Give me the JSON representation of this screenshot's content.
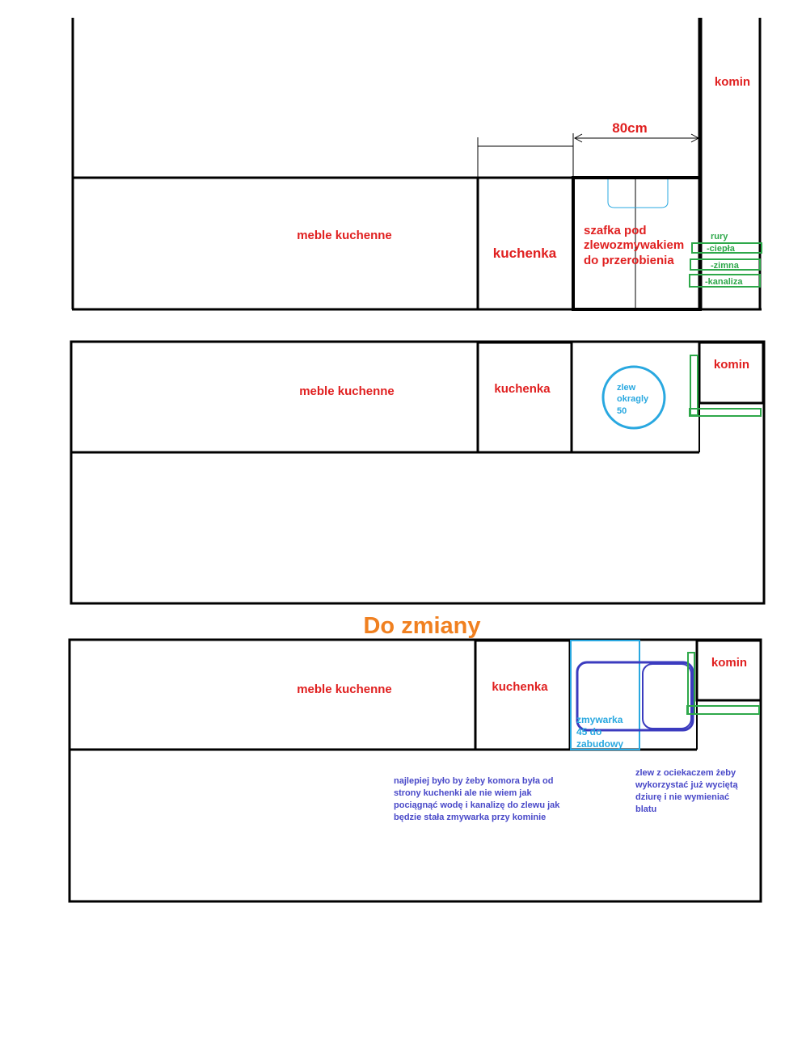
{
  "colors": {
    "outline": "#000000",
    "label_red": "#e02020",
    "sink_cyan": "#29a8e0",
    "pipes_green": "#2ea84a",
    "sink_blue": "#3b3bbf",
    "note_blue": "#4848c8",
    "title_orange": "#f08020"
  },
  "plan1": {
    "cabinets_label": "meble kuchenne",
    "stove_label": "kuchenka",
    "dimension_label": "80cm",
    "sink_cabinet_label": [
      "szafka pod",
      "zlewozmywakiem",
      "do przerobienia"
    ],
    "chimney_label": "komin",
    "pipes": {
      "title": "rury",
      "hot": "-ciepła",
      "cold": "-zimna",
      "sewer": "-kanaliza"
    }
  },
  "plan2": {
    "cabinets_label": "meble kuchenne",
    "stove_label": "kuchenka",
    "chimney_label": "komin",
    "round_sink_label": [
      "zlew",
      "okragly",
      "50"
    ]
  },
  "title": "Do zmiany",
  "plan3": {
    "cabinets_label": "meble kuchenne",
    "stove_label": "kuchenka",
    "chimney_label": "komin",
    "dishwasher_label": [
      "zmywarka",
      "45 do",
      "zabudowy"
    ],
    "note_left": [
      "najlepiej było by żeby komora była od",
      "strony kuchenki ale nie wiem jak",
      "pociągnąć wodę i kanalizę do zlewu jak",
      "będzie stała zmywarka przy kominie"
    ],
    "note_right": [
      "zlew z ociekaczem żeby",
      "wykorzystać już wyciętą",
      "dziurę i nie wymieniać",
      "blatu"
    ]
  }
}
